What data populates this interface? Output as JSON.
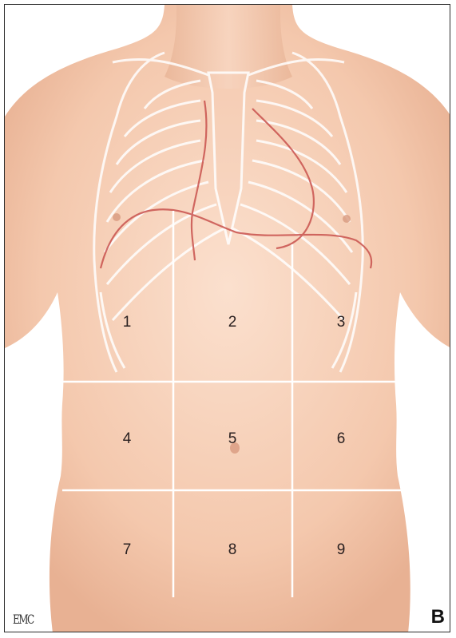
{
  "figure": {
    "panel_label": "B",
    "logo_text": "EMC"
  },
  "regions": [
    {
      "id": 1,
      "label": "1"
    },
    {
      "id": 2,
      "label": "2"
    },
    {
      "id": 3,
      "label": "3"
    },
    {
      "id": 4,
      "label": "4"
    },
    {
      "id": 5,
      "label": "5"
    },
    {
      "id": 6,
      "label": "6"
    },
    {
      "id": 7,
      "label": "7"
    },
    {
      "id": 8,
      "label": "8"
    },
    {
      "id": 9,
      "label": "9"
    }
  ],
  "colors": {
    "skin_light": "#f9d9c6",
    "skin_mid": "#f2c4a8",
    "skin_shadow": "#e3a98c",
    "rib_outline": "#ffffff",
    "organ_line": "#c9524e",
    "grid_line": "#ffffff",
    "frame_border": "#2b2b2b"
  }
}
